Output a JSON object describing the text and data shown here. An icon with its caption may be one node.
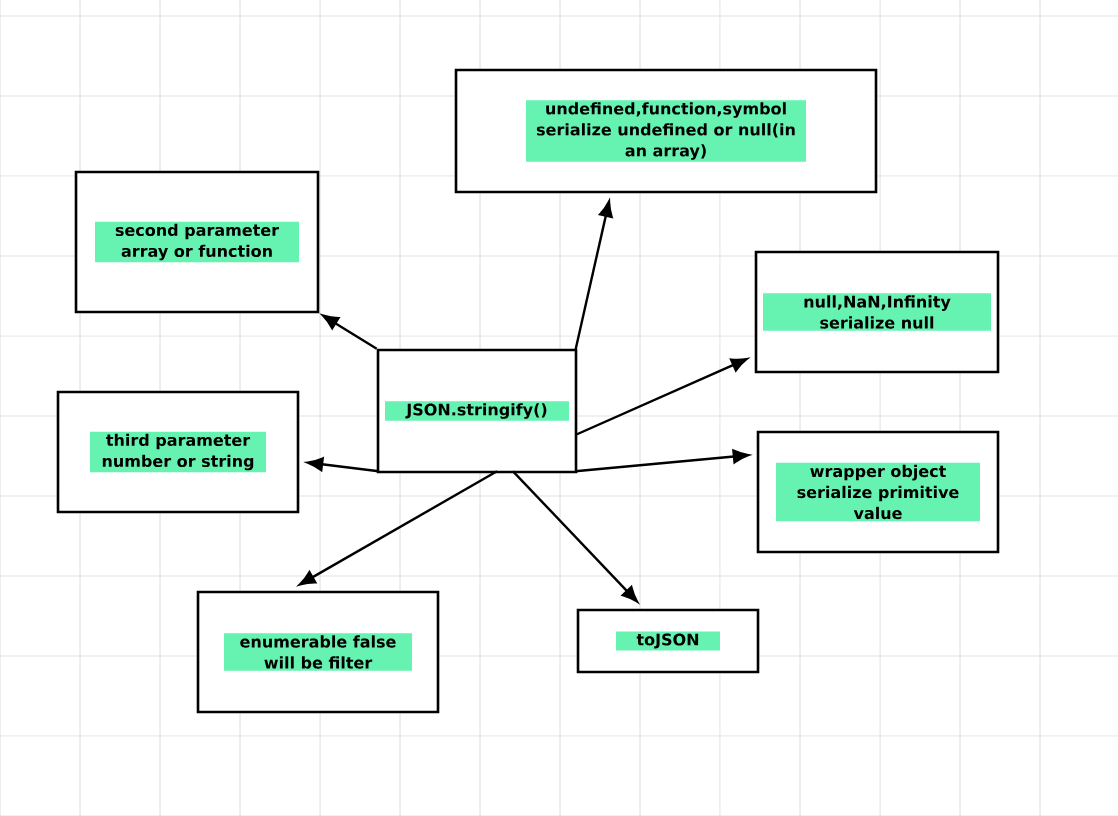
{
  "diagram": {
    "nodes": [
      {
        "text": [
          "JSON.stringify()"
        ]
      },
      {
        "text": [
          "second parameter array or function"
        ]
      },
      {
        "text": [
          "undefined,function,symbol serialize undefined or null(in an array)"
        ]
      },
      {
        "text": [
          "null,NaN,Infinity serialize null"
        ]
      },
      {
        "text": [
          "third parameter number or string"
        ]
      },
      {
        "text": [
          "wrapper object serialize primitive value"
        ]
      },
      {
        "text": [
          "enumerable false will be filter"
        ]
      },
      {
        "text": [
          "toJSON"
        ]
      }
    ],
    "edges": [
      {
        "from": 0,
        "to": 1,
        "arrow": "to"
      },
      {
        "from": 0,
        "to": 2,
        "arrow": "to"
      },
      {
        "from": 0,
        "to": 3,
        "arrow": "to"
      },
      {
        "from": 0,
        "to": 4,
        "arrow": "to"
      },
      {
        "from": 0,
        "to": 5,
        "arrow": "to"
      },
      {
        "from": 0,
        "to": 6,
        "arrow": "to"
      },
      {
        "from": 0,
        "to": 7,
        "arrow": "to"
      }
    ]
  }
}
